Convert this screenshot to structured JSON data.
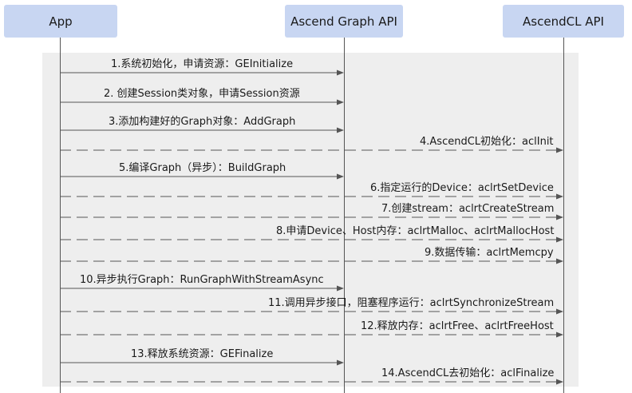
{
  "actors": [
    "App",
    "Ascend Graph API",
    "AscendCL API"
  ],
  "messages": [
    {
      "text": "1.系统初始化，申请资源：GEInitialize",
      "from": "App",
      "to": "Ascend Graph API",
      "style": "solid"
    },
    {
      "text": "2. 创建Session类对象，申请Session资源",
      "from": "App",
      "to": "Ascend Graph API",
      "style": "solid"
    },
    {
      "text": "3.添加构建好的Graph对象：AddGraph",
      "from": "App",
      "to": "Ascend Graph API",
      "style": "solid"
    },
    {
      "text": "4.AscendCL初始化：aclInit",
      "from": "App",
      "to": "AscendCL API",
      "style": "dashed"
    },
    {
      "text": "5.编译Graph（异步）：BuildGraph",
      "from": "App",
      "to": "Ascend Graph API",
      "style": "solid"
    },
    {
      "text": "6.指定运行的Device：aclrtSetDevice",
      "from": "App",
      "to": "AscendCL API",
      "style": "dashed"
    },
    {
      "text": "7.创建stream：aclrtCreateStream",
      "from": "App",
      "to": "AscendCL API",
      "style": "dashed"
    },
    {
      "text": "8.申请Device、Host内存：aclrtMalloc、aclrtMallocHost",
      "from": "App",
      "to": "AscendCL API",
      "style": "dashed"
    },
    {
      "text": "9.数据传输：aclrtMemcpy",
      "from": "App",
      "to": "AscendCL API",
      "style": "dashed"
    },
    {
      "text": "10.异步执行Graph：RunGraphWithStreamAsync",
      "from": "App",
      "to": "Ascend Graph API",
      "style": "solid"
    },
    {
      "text": "11.调用异步接口，阻塞程序运行：aclrtSynchronizeStream",
      "from": "App",
      "to": "AscendCL API",
      "style": "dashed"
    },
    {
      "text": "12.释放内存：aclrtFree、aclrtFreeHost",
      "from": "App",
      "to": "AscendCL API",
      "style": "dashed"
    },
    {
      "text": "13.释放系统资源：GEFinalize",
      "from": "App",
      "to": "Ascend Graph API",
      "style": "solid"
    },
    {
      "text": "14.AscendCL去初始化：aclFinalize",
      "from": "App",
      "to": "AscendCL API",
      "style": "dashed"
    }
  ],
  "colors": {
    "actor_fill": "#c8d6f2",
    "panel": "#eeeeee",
    "line": "#555555"
  }
}
